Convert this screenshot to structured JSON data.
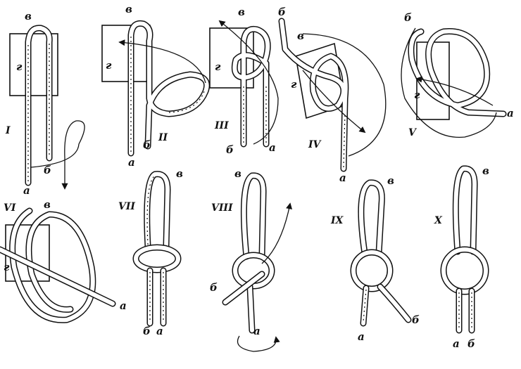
{
  "figure": {
    "panels": [
      {
        "numeral": "I",
        "labels": [
          "в",
          "г",
          "б",
          "а"
        ]
      },
      {
        "numeral": "II",
        "labels": [
          "в",
          "г",
          "а",
          "б"
        ]
      },
      {
        "numeral": "III",
        "labels": [
          "в",
          "г",
          "б",
          "а"
        ]
      },
      {
        "numeral": "IV",
        "labels": [
          "б",
          "в",
          "г",
          "а"
        ]
      },
      {
        "numeral": "V",
        "labels": [
          "б",
          "г",
          "а"
        ]
      },
      {
        "numeral": "VI",
        "labels": [
          "в",
          "г",
          "а"
        ]
      },
      {
        "numeral": "VII",
        "labels": [
          "в",
          "б",
          "а"
        ]
      },
      {
        "numeral": "VIII",
        "labels": [
          "в",
          "б",
          "а"
        ]
      },
      {
        "numeral": "IX",
        "labels": [
          "в",
          "а",
          "б"
        ]
      },
      {
        "numeral": "X",
        "labels": [
          "в",
          "а",
          "б"
        ]
      }
    ]
  }
}
